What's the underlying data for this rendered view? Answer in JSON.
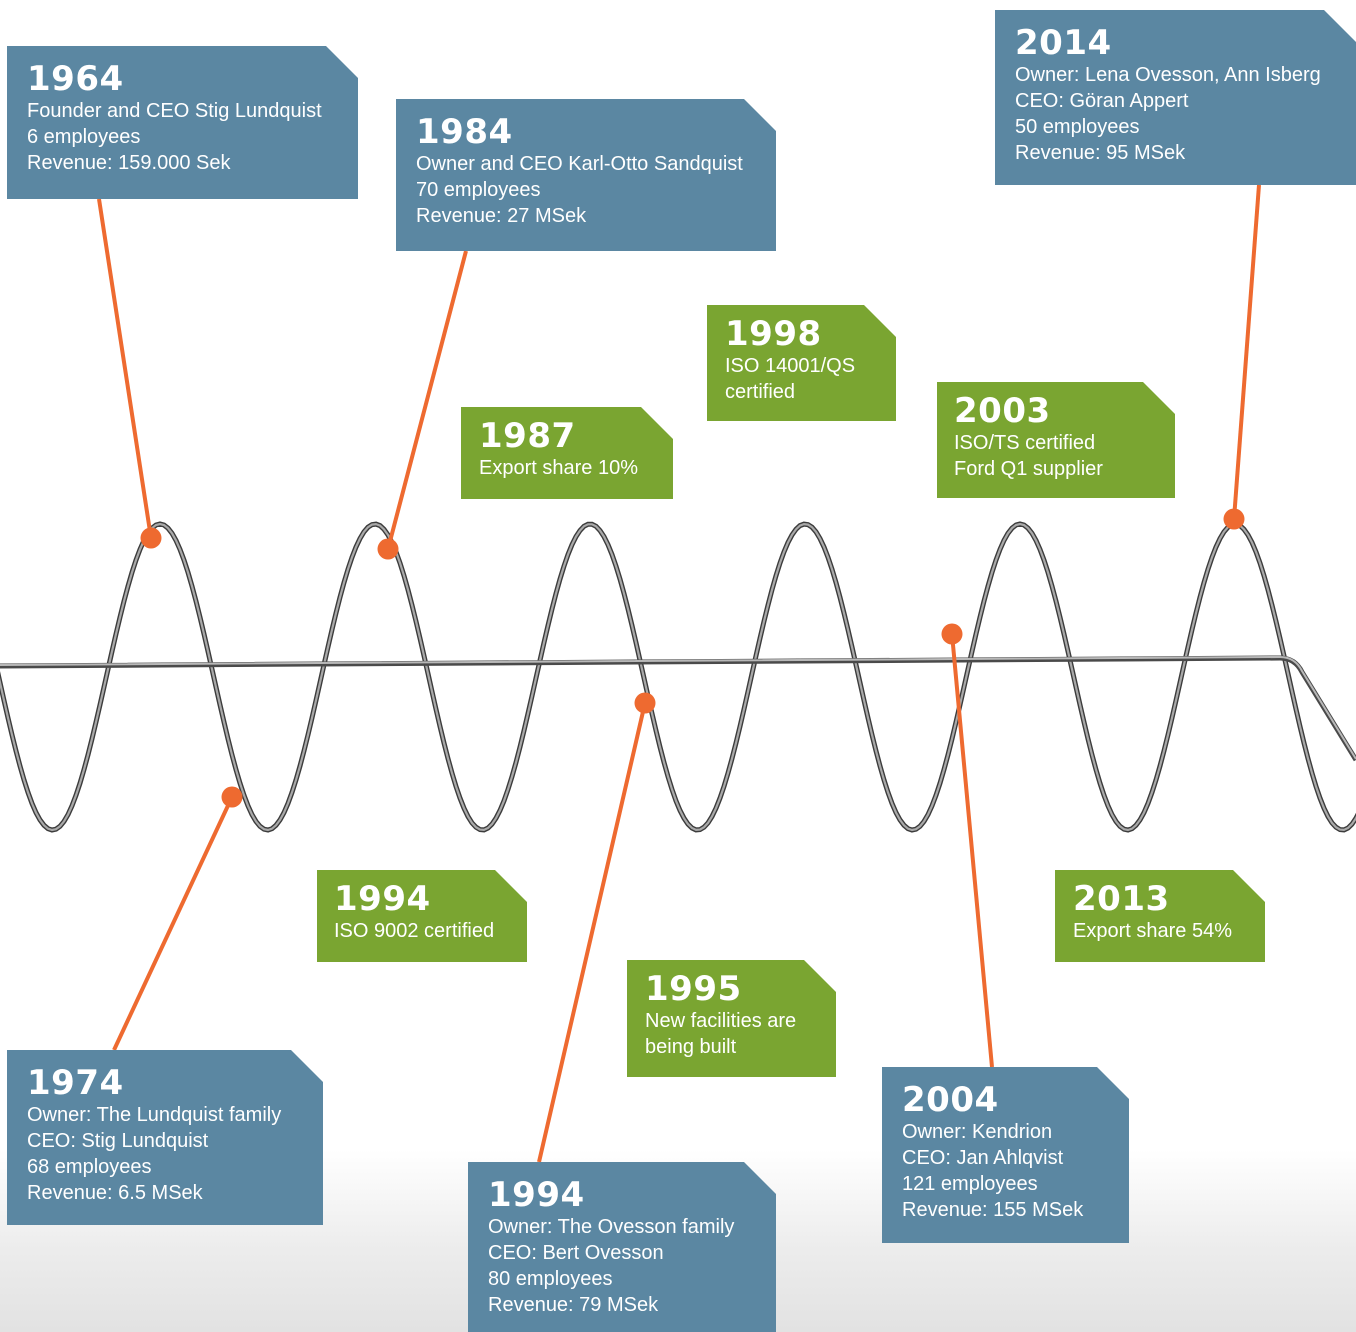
{
  "milestones": [
    {
      "id": "m1964",
      "year": "1964",
      "type": "ownership",
      "lines": [
        "Founder and CEO Stig Lundquist",
        "6 employees",
        "Revenue: 159.000 Sek"
      ]
    },
    {
      "id": "m1974",
      "year": "1974",
      "type": "ownership",
      "lines": [
        "Owner: The Lundquist family",
        "CEO: Stig Lundquist",
        "68 employees",
        "Revenue: 6.5 MSek"
      ]
    },
    {
      "id": "m1984",
      "year": "1984",
      "type": "ownership",
      "lines": [
        "Owner and CEO Karl-Otto Sandquist",
        "70 employees",
        "Revenue: 27 MSek"
      ]
    },
    {
      "id": "m1987",
      "year": "1987",
      "type": "event",
      "lines": [
        "Export share 10%"
      ]
    },
    {
      "id": "m1994a",
      "year": "1994",
      "type": "event",
      "lines": [
        "ISO 9002 certified"
      ]
    },
    {
      "id": "m1994b",
      "year": "1994",
      "type": "ownership",
      "lines": [
        "Owner: The Ovesson family",
        "CEO: Bert Ovesson",
        "80 employees",
        "Revenue: 79 MSek"
      ]
    },
    {
      "id": "m1995",
      "year": "1995",
      "type": "event",
      "lines": [
        "New facilities are",
        "being built"
      ]
    },
    {
      "id": "m1998",
      "year": "1998",
      "type": "event",
      "lines": [
        "ISO 14001/QS",
        "certified"
      ]
    },
    {
      "id": "m2003",
      "year": "2003",
      "type": "event",
      "lines": [
        "ISO/TS certified",
        "Ford Q1 supplier"
      ]
    },
    {
      "id": "m2004",
      "year": "2004",
      "type": "ownership",
      "lines": [
        "Owner: Kendrion",
        "CEO: Jan Ahlqvist",
        "121 employees",
        "Revenue: 155 MSek"
      ]
    },
    {
      "id": "m2013",
      "year": "2013",
      "type": "event",
      "lines": [
        "Export share 54%"
      ]
    },
    {
      "id": "m2014",
      "year": "2014",
      "type": "ownership",
      "lines": [
        "Owner: Lena Ovesson, Ann Isberg",
        "CEO: Göran Appert",
        "50 employees",
        "Revenue: 95 MSek"
      ]
    }
  ],
  "colors": {
    "ownership_card": "#5b87a2",
    "event_card": "#7aa531",
    "connector": "#ee6a30",
    "spring": "#6f6f6f"
  }
}
